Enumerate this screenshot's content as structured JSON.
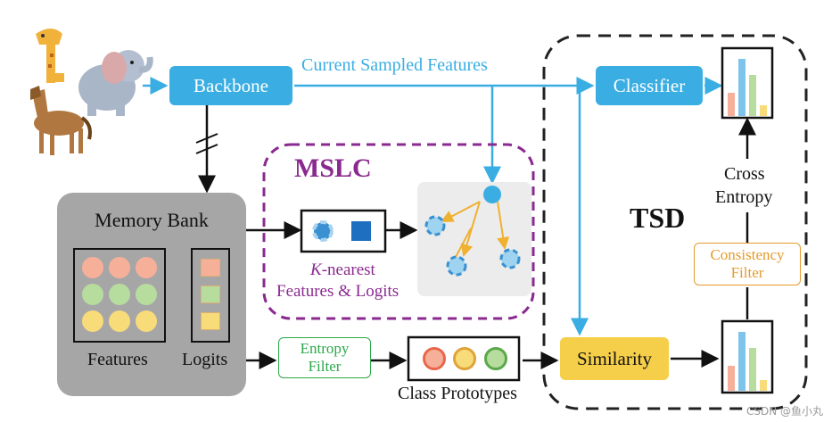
{
  "nodes": {
    "backbone": "Backbone",
    "classifier": "Classifier",
    "memory_bank": "Memory Bank",
    "features": "Features",
    "logits": "Logits",
    "mslc": "MSLC",
    "tsd": "TSD",
    "similarity": "Similarity",
    "entropy_filter_line1": "Entropy",
    "entropy_filter_line2": "Filter",
    "consistency_filter_line1": "Consistency",
    "consistency_filter_line2": "Filter"
  },
  "labels": {
    "current_sampled_features": "Current Sampled Features",
    "k_nearest_prefix": "K",
    "k_nearest_rest": "-nearest",
    "features_logits": "Features & Logits",
    "class_prototypes": "Class Prototypes",
    "cross_line1": "Cross",
    "cross_line2": "Entropy"
  },
  "watermark": "CSDN @鱼小丸",
  "colors": {
    "arrow_blue": "#3aaee3",
    "mslc_purple": "#8a2a8f",
    "entropy_green": "#2aa84a",
    "consistency_orange": "#e59a2c",
    "similarity_yellow": "#f6cf4a",
    "memory_gray": "#a6a6a6"
  },
  "memory_feature_colors": [
    "#f6b09a",
    "#f6b09a",
    "#f6b09a",
    "#b6dc9e",
    "#b6dc9e",
    "#b6dc9e",
    "#f8dc7a",
    "#f8dc7a",
    "#f8dc7a"
  ],
  "memory_logit_colors": [
    "#f6b09a",
    "#b6dc9e",
    "#f8dc7a"
  ],
  "prototype_colors": [
    "#e8674a",
    "#e0a33a",
    "#5aa84a"
  ]
}
